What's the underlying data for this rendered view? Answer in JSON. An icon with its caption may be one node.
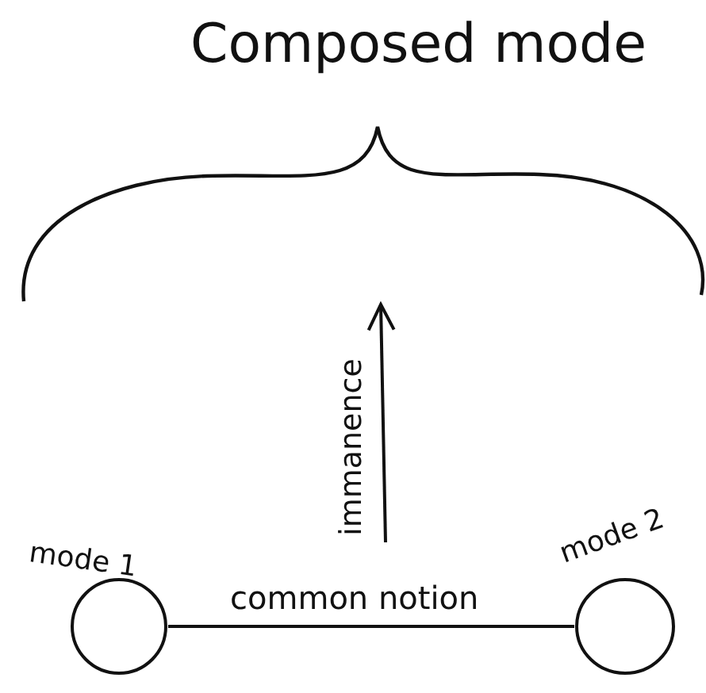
{
  "diagram": {
    "nodes": [
      {
        "text": [
          "Composed mode"
        ]
      },
      {
        "text": [],
        "shape": "circle",
        "beside": [
          "mode 1"
        ]
      },
      {
        "text": [],
        "shape": "circle",
        "beside": [
          "mode 2"
        ]
      }
    ],
    "edges": [
      {
        "from": 1,
        "to": 2,
        "arrow": "none",
        "label": "common notion"
      },
      {
        "from": null,
        "to": 0,
        "arrow": "to",
        "label": "immanence"
      }
    ]
  }
}
